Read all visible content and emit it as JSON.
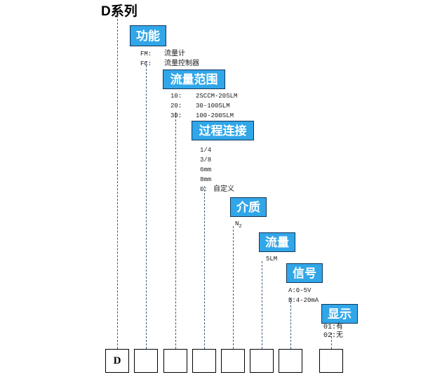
{
  "title": "D系列",
  "categories": [
    {
      "id": "function",
      "label": "功能",
      "options": [
        {
          "code": "FM:",
          "desc": "流量计"
        },
        {
          "code": "FC:",
          "desc": "流量控制器"
        }
      ]
    },
    {
      "id": "flow-range",
      "label": "流量范围",
      "options": [
        {
          "code": "10:",
          "desc": "2SCCM-20SLM"
        },
        {
          "code": "20:",
          "desc": "30-100SLM"
        },
        {
          "code": "30:",
          "desc": "100-200SLM"
        }
      ]
    },
    {
      "id": "process-connection",
      "label": "过程连接",
      "options": [
        {
          "code": "1/4",
          "desc": ""
        },
        {
          "code": "3/8",
          "desc": ""
        },
        {
          "code": "6mm",
          "desc": ""
        },
        {
          "code": "8mm",
          "desc": ""
        },
        {
          "code": "0:",
          "desc": "自定义"
        }
      ]
    },
    {
      "id": "medium",
      "label": "介质",
      "options": [
        {
          "code": "N2",
          "desc": ""
        }
      ]
    },
    {
      "id": "flow",
      "label": "流量",
      "options": [
        {
          "code": "5LM",
          "desc": ""
        }
      ]
    },
    {
      "id": "signal",
      "label": "信号",
      "options": [
        {
          "code": "A:0-5V",
          "desc": ""
        },
        {
          "code": "B:4-20mA",
          "desc": ""
        }
      ]
    },
    {
      "id": "display",
      "label": "显示",
      "options": [
        {
          "code": "01:有",
          "desc": ""
        },
        {
          "code": "02:无",
          "desc": ""
        }
      ]
    }
  ],
  "code_cells": [
    {
      "value": "D"
    },
    {
      "value": ""
    },
    {
      "value": ""
    },
    {
      "value": ""
    },
    {
      "value": ""
    },
    {
      "value": ""
    },
    {
      "value": ""
    },
    {
      "value": ""
    }
  ],
  "colors": {
    "box_fill": "#31A6E8",
    "box_border": "#12365c",
    "dash_line": "#3c5a80",
    "cell_border": "#000000",
    "text": "#000000"
  }
}
